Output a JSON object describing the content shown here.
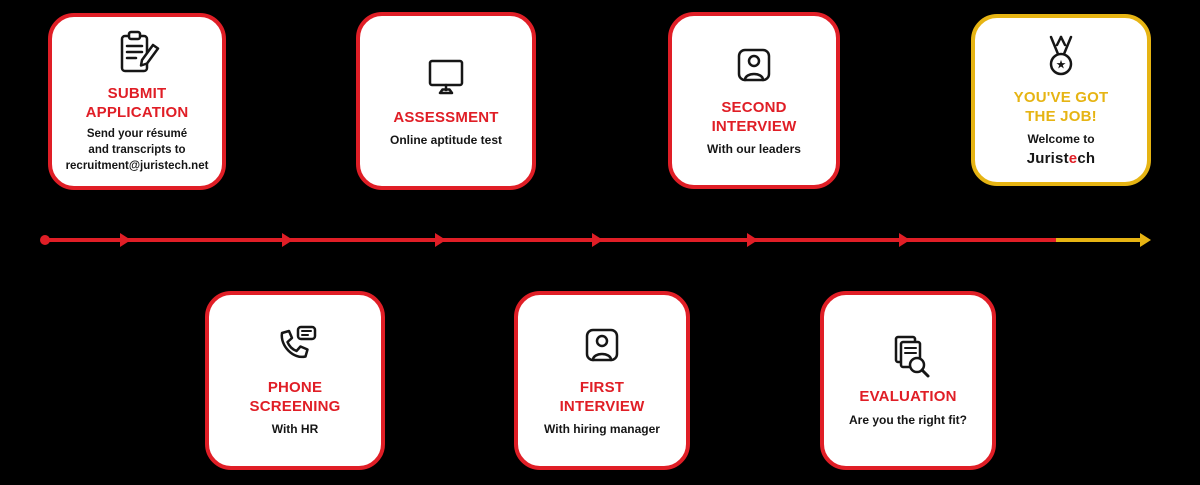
{
  "diagram": {
    "name": "Recruitment process flow",
    "colors": {
      "primary_red": "#e01e26",
      "accent_yellow": "#e6b413",
      "card_background": "#ffffff",
      "background": "#000000",
      "text_dark": "#161616"
    },
    "timeline": {
      "direction": "left-to-right",
      "arrow_count": 7,
      "segment_colors": [
        "red",
        "red",
        "red",
        "red",
        "red",
        "red",
        "yellow"
      ]
    }
  },
  "steps": [
    {
      "title": "SUBMIT\nAPPLICATION",
      "desc": "Send your résumé\nand transcripts to\nrecruitment@juristech.net",
      "icon": "clipboard-pencil-icon",
      "position": "top"
    },
    {
      "title": "PHONE\nSCREENING",
      "desc": "With HR",
      "icon": "phone-chat-icon",
      "position": "bottom"
    },
    {
      "title": "ASSESSMENT",
      "desc": "Online aptitude test",
      "icon": "monitor-icon",
      "position": "top"
    },
    {
      "title": "FIRST\nINTERVIEW",
      "desc": "With hiring manager",
      "icon": "person-frame-icon",
      "position": "bottom"
    },
    {
      "title": "SECOND\nINTERVIEW",
      "desc": "With our leaders",
      "icon": "person-frame-icon",
      "position": "top"
    },
    {
      "title": "EVALUATION",
      "desc": "Are you the right fit?",
      "icon": "documents-magnifier-icon",
      "position": "bottom"
    },
    {
      "title": "YOU'VE GOT\nTHE JOB!",
      "desc": "Welcome to",
      "brand_pre": "Jurist",
      "brand_accent": "e",
      "brand_suf": "ch",
      "icon": "medal-icon",
      "position": "top"
    }
  ]
}
